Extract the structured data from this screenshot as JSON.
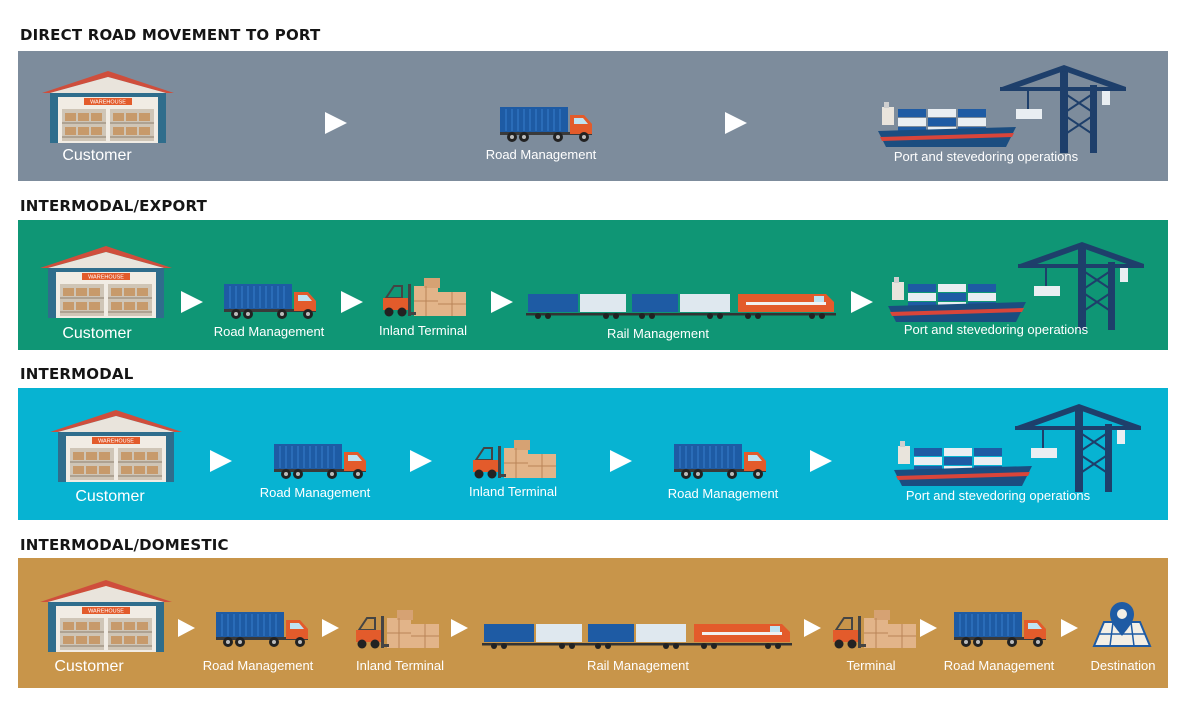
{
  "colors": {
    "band_road": "#7d8c9c",
    "band_export": "#0f9675",
    "band_intermodal": "#07b3d2",
    "band_domestic": "#c8954a",
    "truck_container": "#1e5ba4",
    "truck_cab": "#e35b2b",
    "warehouse_roof": "#cf4e3c"
  },
  "icons": {
    "warehouse": "warehouse-icon",
    "truck": "container-truck-icon",
    "forklift": "forklift-icon",
    "train": "freight-train-icon",
    "ship": "container-ship-icon",
    "crane": "port-crane-icon",
    "destination": "map-pin-icon"
  },
  "warehouse_sign": "WAREHOUSE",
  "sections": [
    {
      "title": "DIRECT ROAD MOVEMENT TO PORT",
      "labels": [
        "Customer",
        "Road Management",
        "Port and stevedoring operations"
      ]
    },
    {
      "title": "INTERMODAL/EXPORT",
      "labels": [
        "Customer",
        "Road Management",
        "Inland Terminal",
        "Rail Management",
        "Port and stevedoring operations"
      ]
    },
    {
      "title": "INTERMODAL",
      "labels": [
        "Customer",
        "Road Management",
        "Inland Terminal",
        "Road Management",
        "Port and stevedoring operations"
      ]
    },
    {
      "title": "INTERMODAL/DOMESTIC",
      "labels": [
        "Customer",
        "Road Management",
        "Inland Terminal",
        "Rail Management",
        "Terminal",
        "Road Management",
        "Destination"
      ]
    }
  ]
}
